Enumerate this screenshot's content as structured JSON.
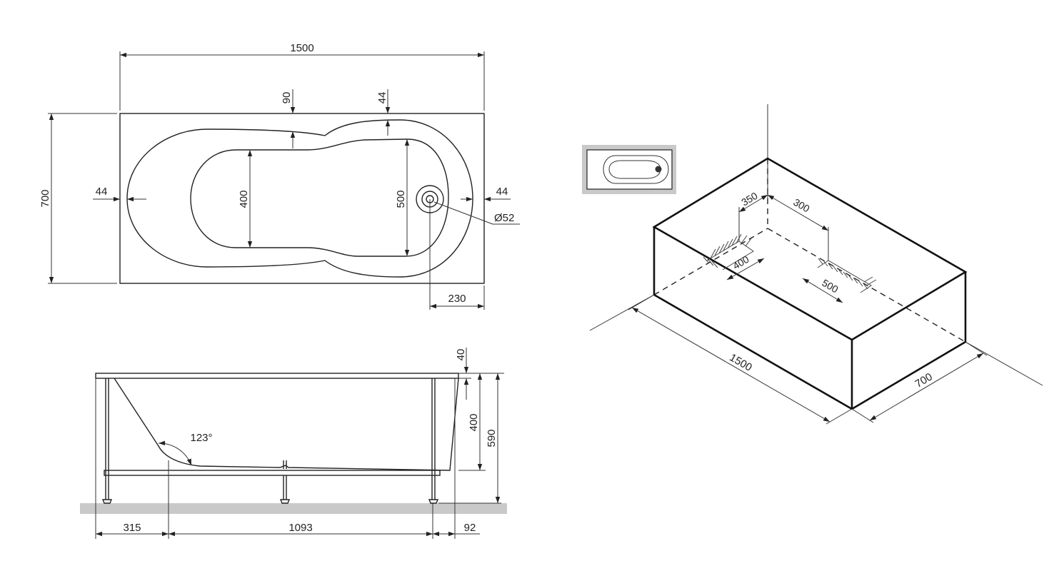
{
  "plan_view": {
    "dim_length": "1500",
    "dim_width": "700",
    "dim_rim_left": "44",
    "dim_rim_right": "44",
    "dim_rim_top": "90",
    "dim_rim_top_right": "44",
    "dim_inner_width_left": "400",
    "dim_inner_width_right": "500",
    "dim_drain_diameter": "Ø52",
    "dim_drain_offset": "230"
  },
  "side_view": {
    "dim_rim_thickness": "40",
    "dim_depth": "400",
    "dim_total_height": "590",
    "dim_angle": "123°",
    "dim_seg_left": "315",
    "dim_seg_mid": "1093",
    "dim_seg_right": "92"
  },
  "iso_view": {
    "dim_length": "1500",
    "dim_width": "700",
    "dim_350": "350",
    "dim_300": "300",
    "dim_400": "400",
    "dim_500": "500"
  }
}
